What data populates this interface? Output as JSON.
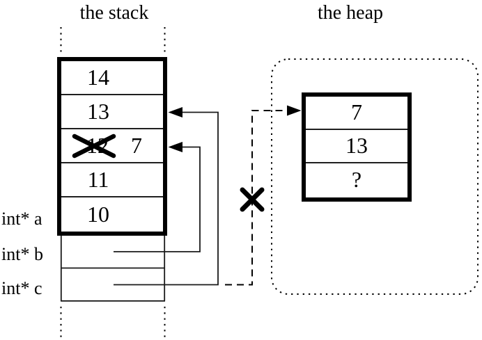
{
  "titles": {
    "stack": "the stack",
    "heap": "the heap"
  },
  "stack": {
    "cells": [
      {
        "value": "14"
      },
      {
        "value": "13"
      },
      {
        "value": "12",
        "crossed_out": true,
        "new_value": "7"
      },
      {
        "value": "11"
      },
      {
        "value": "10"
      }
    ],
    "labels": [
      {
        "label": "int* a"
      },
      {
        "label": "int* b"
      },
      {
        "label": "int* c"
      }
    ]
  },
  "heap": {
    "cells": [
      {
        "value": "7"
      },
      {
        "value": "13"
      },
      {
        "value": "?"
      }
    ]
  },
  "icons": {
    "cross_out": "x-cross",
    "pointer_arrow": "solid-triangle-arrowhead",
    "dangling_pointer_style": "dashed-line-with-x-cross"
  },
  "colors": {
    "ink": "#000000",
    "background": "#ffffff"
  }
}
